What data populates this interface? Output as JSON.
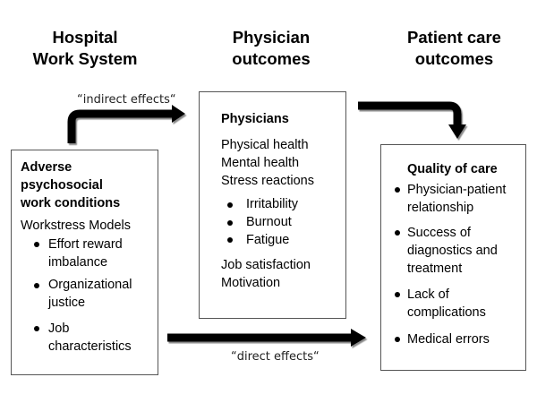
{
  "columns": [
    {
      "title_line1": "Hospital",
      "title_line2": "Work System"
    },
    {
      "title_line1": "Physician",
      "title_line2": "outcomes"
    },
    {
      "title_line1": "Patient care",
      "title_line2": "outcomes"
    }
  ],
  "work_system_box": {
    "heading_lines": [
      "Adverse",
      "psychosocial",
      "work conditions"
    ],
    "subheading": "Workstress Models",
    "items": [
      {
        "line1": "Effort reward",
        "line2": "imbalance"
      },
      {
        "line1": "Organizational",
        "line2": "justice"
      },
      {
        "line1": "Job",
        "line2": "characteristics"
      }
    ]
  },
  "physician_box": {
    "heading": "Physicians",
    "lines": [
      "Physical health",
      "Mental health",
      "Stress reactions"
    ],
    "items": [
      "Irritability",
      "Burnout",
      "Fatigue"
    ],
    "lines_after": [
      "Job satisfaction",
      "Motivation"
    ]
  },
  "patient_box": {
    "heading": "Quality of care",
    "items": [
      {
        "lines": [
          "Physician-patient",
          "relationship"
        ]
      },
      {
        "lines": [
          "Success of",
          "diagnostics and",
          "treatment"
        ]
      },
      {
        "lines": [
          "Lack of",
          "complications"
        ]
      },
      {
        "lines": [
          "Medical errors"
        ]
      }
    ]
  },
  "arrows": {
    "indirect_label": "“indirect effects“",
    "direct_label": "“direct effects“"
  },
  "colors": {
    "arrow": "#000000",
    "arrow_shadow": "#8a8a8a",
    "box_border": "#555555"
  }
}
